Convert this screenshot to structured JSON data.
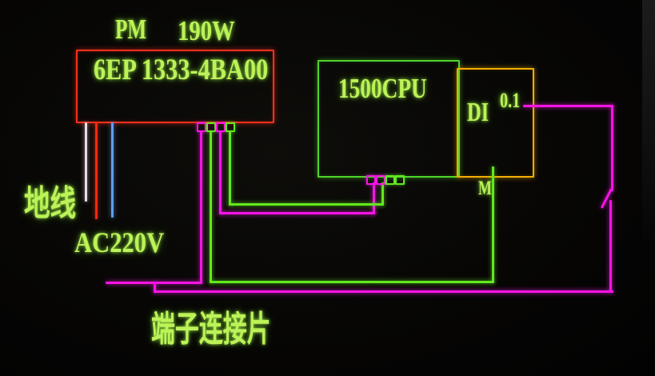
{
  "diagram": {
    "power_module": {
      "name_label": "PM",
      "power_label": "190W",
      "model_label": "6EP 1333-4BA00"
    },
    "cpu_module": {
      "label": "1500CPU"
    },
    "di_module": {
      "label": "DI",
      "channel_label": "0.1",
      "m_terminal_label": "M"
    },
    "annotations": {
      "ground_label": "地线",
      "ac_supply_label": "AC220V",
      "terminal_strip_label": "端子连接片"
    },
    "colors": {
      "background": "#050404",
      "label_green": "#bdf258",
      "power_module_border": "#ff2f1e",
      "cpu_border": "#4fd42a",
      "di_border": "#f2ae00",
      "wire_magenta": "#f414e4",
      "wire_green": "#62e81f",
      "wire_red": "#f5290f",
      "wire_blue": "#5e9cf5",
      "wire_white": "#eadce6"
    }
  }
}
